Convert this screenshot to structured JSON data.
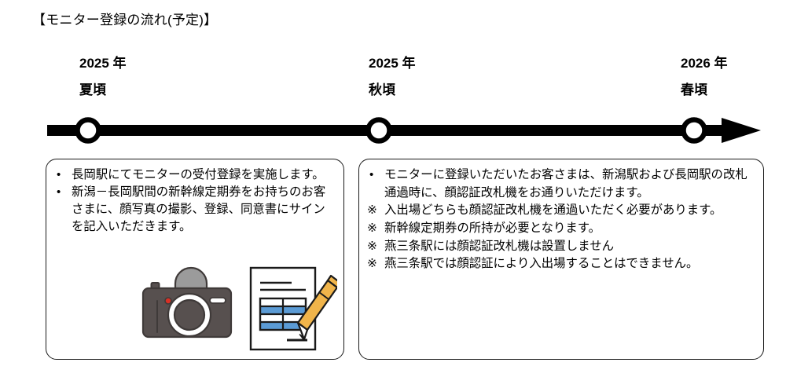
{
  "page": {
    "title": "【モニター登録の流れ(予定)】",
    "background_color": "#ffffff",
    "text_color": "#000000"
  },
  "timeline": {
    "line_color": "#000000",
    "has_arrow": true,
    "arrow_direction": "right",
    "milestones": [
      {
        "year": "2025 年",
        "season": "夏頃",
        "marker": "circle-node"
      },
      {
        "year": "2025 年",
        "season": "秋頃",
        "marker": "circle-node"
      },
      {
        "year": "2026 年",
        "season": "春頃",
        "marker": "circle-node"
      }
    ]
  },
  "boxes": [
    {
      "id": "registration-box",
      "items": [
        {
          "marker": "•",
          "marker_type": "dot",
          "text": "長岡駅にてモニターの受付登録を実施します。"
        },
        {
          "marker": "•",
          "marker_type": "dot",
          "text": "新潟－長岡駅間の新幹線定期券をお持ちのお客さまに、顔写真の撮影、登録、同意書にサインを記入いただきます。"
        }
      ],
      "icons": [
        {
          "name": "camera-icon",
          "body_color": "#57504f",
          "accent_color": "#d93025"
        },
        {
          "name": "document-pen-icon",
          "table_fill_color": "#5b9bd5",
          "pen_color": "#f0b44a"
        }
      ]
    },
    {
      "id": "usage-box",
      "items": [
        {
          "marker": "•",
          "marker_type": "dot",
          "text": "モニターに登録いただいたお客さまは、新潟駅および長岡駅の改札通過時に、顔認証改札機をお通りいただけます。"
        },
        {
          "marker": "※",
          "marker_type": "kome",
          "text": "入出場どちらも顔認証改札機を通過いただく必要があります。"
        },
        {
          "marker": "※",
          "marker_type": "kome",
          "text": "新幹線定期券の所持が必要となります。"
        },
        {
          "marker": "※",
          "marker_type": "kome",
          "text": "燕三条駅には顔認証改札機は設置しません"
        },
        {
          "marker": "※",
          "marker_type": "kome",
          "text": "燕三条駅では顔認証により入出場することはできません。"
        }
      ],
      "icons": []
    }
  ]
}
